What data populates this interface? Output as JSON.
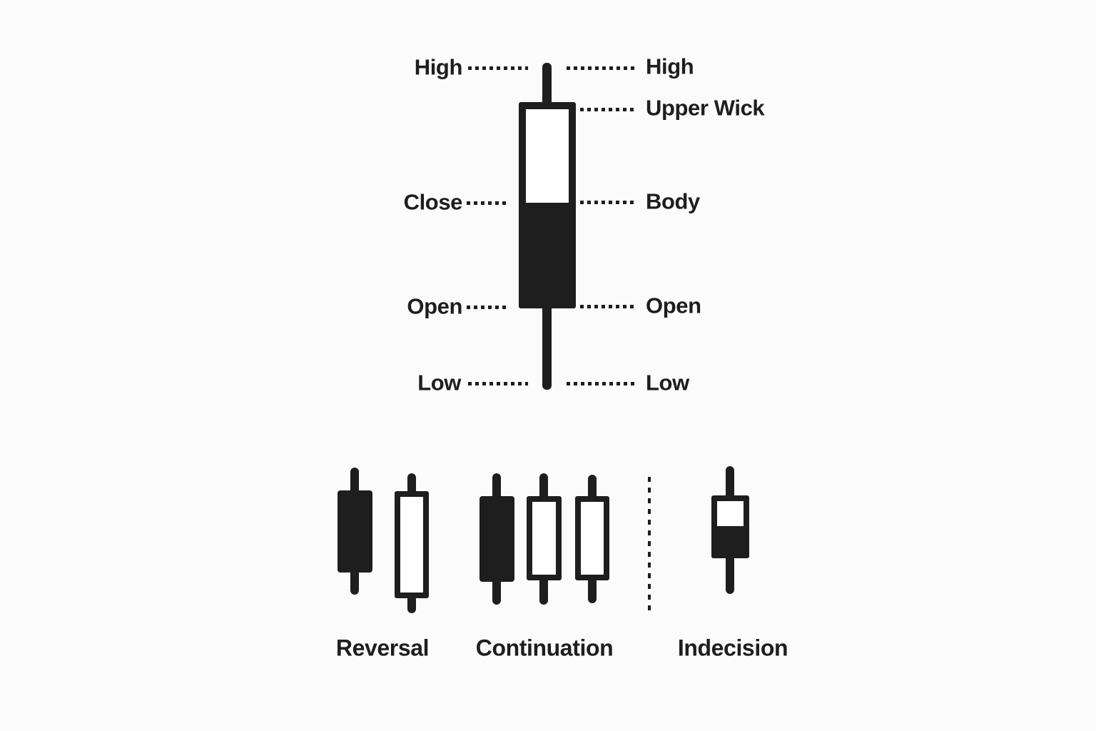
{
  "colors": {
    "ink": "#1e1e1e",
    "background": "#fbfbfb",
    "hollow_fill": "#ffffff"
  },
  "anatomy": {
    "left": [
      "High",
      "Close",
      "Open",
      "Low"
    ],
    "right": [
      "High",
      "Upper Wick",
      "Body",
      "Open",
      "Low"
    ],
    "candle": {
      "type": "bearish-anatomy-candle",
      "upper_portion": "hollow",
      "lower_portion": "filled"
    }
  },
  "patterns": {
    "reversal": {
      "label": "Reversal",
      "candles": [
        "bearish-filled",
        "bullish-hollow"
      ]
    },
    "continuation": {
      "label": "Continuation",
      "candles": [
        "bearish-filled",
        "bullish-hollow",
        "bullish-hollow"
      ]
    },
    "indecision": {
      "label": "Indecision",
      "candles": [
        "spinning-top"
      ]
    }
  }
}
